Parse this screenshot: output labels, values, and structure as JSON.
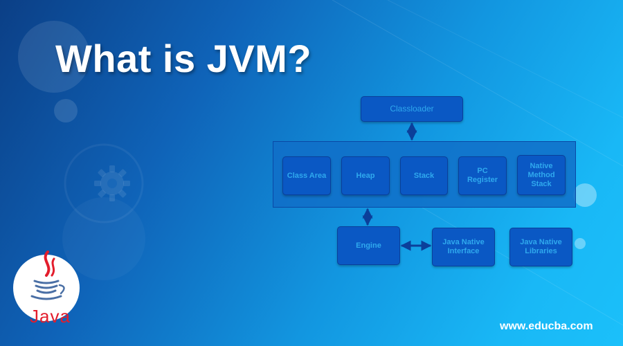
{
  "banner": {
    "title": "What is JVM?",
    "website": "www.educba.com",
    "logo_text": "Java"
  },
  "diagram": {
    "top": {
      "label": "Classloader"
    },
    "runtime_areas": [
      {
        "label": "Class Area"
      },
      {
        "label": "Heap"
      },
      {
        "label": "Stack"
      },
      {
        "label": "PC Register"
      },
      {
        "label": "Native Method Stack"
      }
    ],
    "bottom": [
      {
        "label": "Engine"
      },
      {
        "label": "Java Native Interface"
      },
      {
        "label": "Java Native Libraries"
      }
    ],
    "edges": [
      {
        "from": "Classloader",
        "to": "runtime-areas",
        "direction": "both"
      },
      {
        "from": "runtime-areas",
        "to": "Engine",
        "direction": "both"
      },
      {
        "from": "Engine",
        "to": "Java Native Interface",
        "direction": "both"
      }
    ]
  },
  "colors": {
    "node_fill": "#0a58c4",
    "node_text": "#2fa9ee",
    "arrow": "#0b3f9a",
    "java_red": "#e31d2c",
    "java_blue": "#4a6fa5"
  }
}
